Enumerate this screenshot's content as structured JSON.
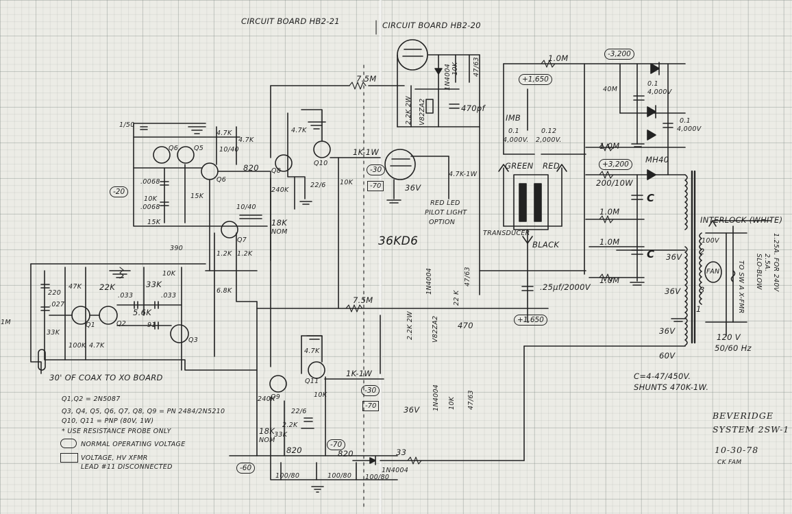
{
  "header": {
    "board_left": "CIRCUIT BOARD HB2-21",
    "board_right": "CIRCUIT BOARD HB2-20"
  },
  "components": {
    "r_75M_top": "7.5M",
    "r_75M_bottom": "7.5M",
    "r_1M_top": "1.0M",
    "r_1M_a": "1.0M",
    "r_1M_b": "1.0M",
    "r_1M_c": "1.0M",
    "r_1M_d": "1.0M",
    "r_40M": "40M",
    "c_01_a": "0.1",
    "c_4000v_a": "4,000V",
    "c_01_b": "0.1",
    "c_4000v_b": "4,000V",
    "d_1n4004_a": "1N4004",
    "r_10k_a": "10K",
    "c_4763_a": "47/63",
    "r_22k2w_a": "2.2K 2W",
    "d_v8z2a2_a": "V82ZA2",
    "c_470pf": "470pf",
    "imb": "IMB",
    "c_01_c": "0.1",
    "c_4000v_c": "4,000V.",
    "c_012": "0.12",
    "c_2000v": "2,000V.",
    "green": "GREEN",
    "red": "RED",
    "mh40": "MH40",
    "r_200_10w": "200/10W",
    "c_a": "C",
    "c_b": "C",
    "r_1kw_a": "1K-1W",
    "r_1kw_b": "1K-1W",
    "r_47k1w": "4.7K-1W",
    "led_note_1": "RED LED",
    "led_note_2": "PILOT LIGHT",
    "led_note_3": "OPTION",
    "tube_type": "36KD6",
    "v36_a": "36V",
    "v36_b": "36V",
    "transducer": "TRANSDUCER",
    "black": "BLACK",
    "d_1n4004_b": "1N4004",
    "c_4763_b": "47/63",
    "r_22k_b": "22 K",
    "r_22k2w_b": "2.2K 2W",
    "d_v8z2a2_b": "V82ZA2",
    "c_470_b": "470",
    "c_25uf": ".25μf/2000V",
    "d_1n4004_c": "1N4004",
    "r_10k_c": "10K",
    "c_4763_c": "47/63",
    "c_150": "1/50",
    "r_47k_a": "4.7K",
    "r_47k_b": "4.7K",
    "c_1040_a": "10/40",
    "r_820_a": "820",
    "q5": "Q5",
    "q6": "Q6",
    "q_b": "Q6",
    "c_0068_a": ".0068",
    "r_10k_d": "10K",
    "c_0068_b": ".0068",
    "r_15k_a": "15K",
    "r_15k_b": "15K",
    "c_1040_b": "10/40",
    "q7": "Q7",
    "r_12k_a": "1.2K",
    "r_12k_b": "1.2K",
    "r_390": "390",
    "r_68k": "6.8K",
    "r_240k_a": "240K",
    "r_18k_a": "18K",
    "r_nom_a": "NOM",
    "q8": "Q8",
    "q10": "Q10",
    "r_47k_c": "4.7K",
    "c_226_a": "22/6",
    "r_10k_e": "10K",
    "c_220": "220",
    "c_027": ".027",
    "r_33k_a": "33K",
    "r_47k_d": "47K",
    "r_22k_c": "22K",
    "c_033_a": ".033",
    "r_33k_b": "33K",
    "c_033_b": ".033",
    "r_56k": "5.6K",
    "c_91": "91",
    "r_100k": "100K",
    "r_47k_e": "4.7K",
    "r_10k_f": "10K",
    "q1": "Q1",
    "q2": "Q2",
    "q3": "Q3",
    "coax": "30' OF COAX TO XO BOARD",
    "input_label": "1M",
    "r_47k_f": "4.7K",
    "r_10k_g": "10K",
    "c_226_b": "22/6",
    "r_22k_d": "2.2K",
    "r_33k_c": "33K",
    "r_240k_b": "240K",
    "r_18k_b": "18K",
    "r_nom_b": "NOM",
    "q9": "Q9",
    "q11": "Q11",
    "r_820_b": "820",
    "r_820_c": "820",
    "r_33": "33",
    "c_10080_a": "100/80",
    "c_10080_b": "100/80",
    "c_10080_c": "100/80",
    "d_1n4004_d": "1N4004",
    "v_36_xf1": "36V",
    "v_36_xf2": "36V",
    "v_36_xf3": "36V",
    "v_60": "60V",
    "v_100": "100V",
    "n1": "1",
    "n2": "2",
    "n3": "3",
    "fan": "FAN",
    "to_sw": "TO SW A X-FMR",
    "fuse_1": "SLO-BLOW",
    "fuse_2": "2.5A.",
    "fuse_3": "1.25A. FOR 240V",
    "mains_1": "120 V",
    "mains_2": "50/60 Hz",
    "interlock": "INTERLOCK (WHITE)"
  },
  "voltages": {
    "v_m3200": "-3,200",
    "v_p1650_top": "+1,650",
    "v_p3200": "+3,200",
    "v_m20": "-20",
    "v_m30_a": "-30",
    "v_m70_a": "-70",
    "v_p1650_bot": "+1,650",
    "v_m30_b": "-30",
    "v_m70_b": "-70",
    "v_m70_c": "-70",
    "v_m60": "-60"
  },
  "notes": {
    "n1": "Q1,Q2 = 2N5087",
    "n2": "Q3, Q4, Q5, Q6, Q7, Q8, Q9 = PN 2484/2N5210",
    "n3": "Q10, Q11 = PNP (80V, 1W)",
    "n4": "* USE RESISTANCE PROBE ONLY",
    "n5": "NORMAL OPERATING VOLTAGE",
    "n6": "VOLTAGE, HV XFMR",
    "n7": "LEAD #11 DISCONNECTED",
    "cap_note_1": "C=4-47/450V.",
    "cap_note_2": "SHUNTS 470K-1W."
  },
  "title_block": {
    "name": "BEVERIDGE",
    "system": "SYSTEM 2SW-1",
    "date": "10-30-78",
    "initials": "CK FAM"
  }
}
